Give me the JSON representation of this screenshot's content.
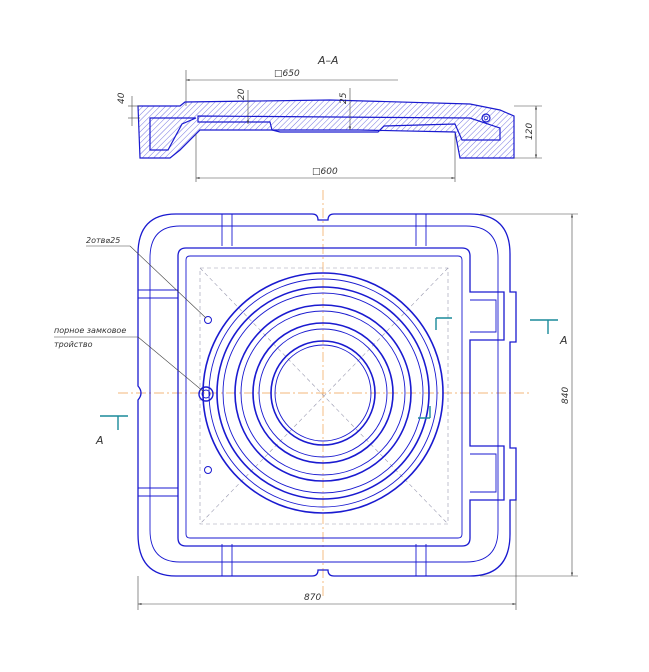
{
  "section_title": "A–A",
  "dims": {
    "overall_650": "□650",
    "inner_600": "□600",
    "thick_40": "40",
    "d20": "20",
    "d25": "25",
    "height_120": "120",
    "width_870": "870",
    "height_840": "840"
  },
  "labels": {
    "holes": "2отв⌀25",
    "lock_line1": "порное замковое",
    "lock_line2": "тройство"
  },
  "cut_marks": {
    "left": "А",
    "right": "А"
  },
  "colors": {
    "outline": "#1a1ad0",
    "axis": "#f0a050",
    "cut": "#1a8a9a"
  }
}
